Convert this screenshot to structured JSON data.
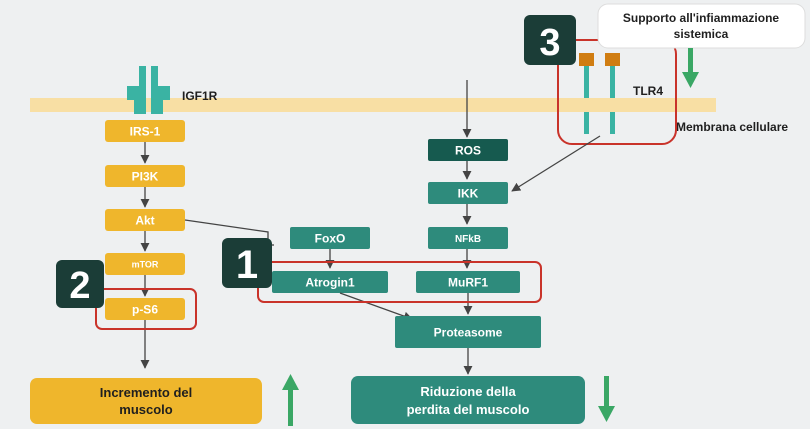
{
  "receptor": "IGF1R",
  "tlr": "TLR4",
  "membrane": "Membrana cellulare",
  "callout": {
    "line1": "Supporto all'infiammazione",
    "line2": "sistemica"
  },
  "pathway_left": {
    "irs1": "IRS-1",
    "pi3k": "PI3K",
    "akt": "Akt",
    "mtor": "mTOR",
    "ps6": "p-S6"
  },
  "pathway_right": {
    "ros": "ROS",
    "ikk": "IKK",
    "nfkb": "NFkB",
    "foxo": "FoxO",
    "atrogin": "Atrogin1",
    "murf": "MuRF1",
    "proteasome": "Proteasome"
  },
  "badges": {
    "one": "1",
    "two": "2",
    "three": "3"
  },
  "outcomes": {
    "left": {
      "line1": "Incremento del",
      "line2": "muscolo"
    },
    "right": {
      "line1": "Riduzione della",
      "line2": "perdita del muscolo"
    }
  },
  "colors": {
    "membrane": "#f8dfa4",
    "yellow_box": "#efb62c",
    "teal_box": "#2e8b7c",
    "dark_teal_box": "#165a4f",
    "receptor": "#3ab3a3",
    "tlr_cap": "#d07d12",
    "badge": "#1b3d37",
    "highlight": "#c9332a",
    "arrow_green": "#3aa765"
  }
}
